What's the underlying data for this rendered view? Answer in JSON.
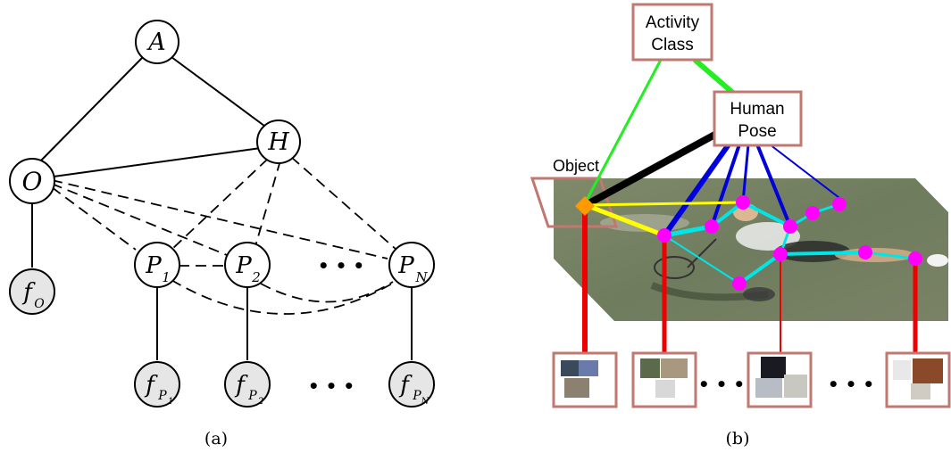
{
  "panel_a": {
    "caption": "(a)",
    "nodes": {
      "A": "A",
      "H": "H",
      "O": "O",
      "P1_main": "P",
      "P1_sub": "1",
      "P2_main": "P",
      "P2_sub": "2",
      "PN_main": "P",
      "PN_sub": "N",
      "fO_main": "f",
      "fO_sub": "O",
      "fP1_main": "f",
      "fP1_sub": "P",
      "fP1_subsub": "1",
      "fP2_main": "f",
      "fP2_sub": "P",
      "fP2_subsub": "2",
      "fPN_main": "f",
      "fPN_sub": "P",
      "fPN_subsub": "N"
    },
    "ellipsis": "• • •"
  },
  "panel_b": {
    "caption": "(b)",
    "activity_line1": "Activity",
    "activity_line2": "Class",
    "human_line1": "Human",
    "human_line2": "Pose",
    "object_label": "Object",
    "ellipsis": "• • •"
  },
  "colors": {
    "box_border": "#c07870",
    "node_fill_observed": "#e6e6e6",
    "joint": "#ff00ff",
    "limb": "#00e5e5",
    "green": "#22ee22",
    "blue": "#0000dd",
    "red": "#ee0000",
    "yellow": "#ffff00",
    "object_marker": "#ff9900"
  }
}
